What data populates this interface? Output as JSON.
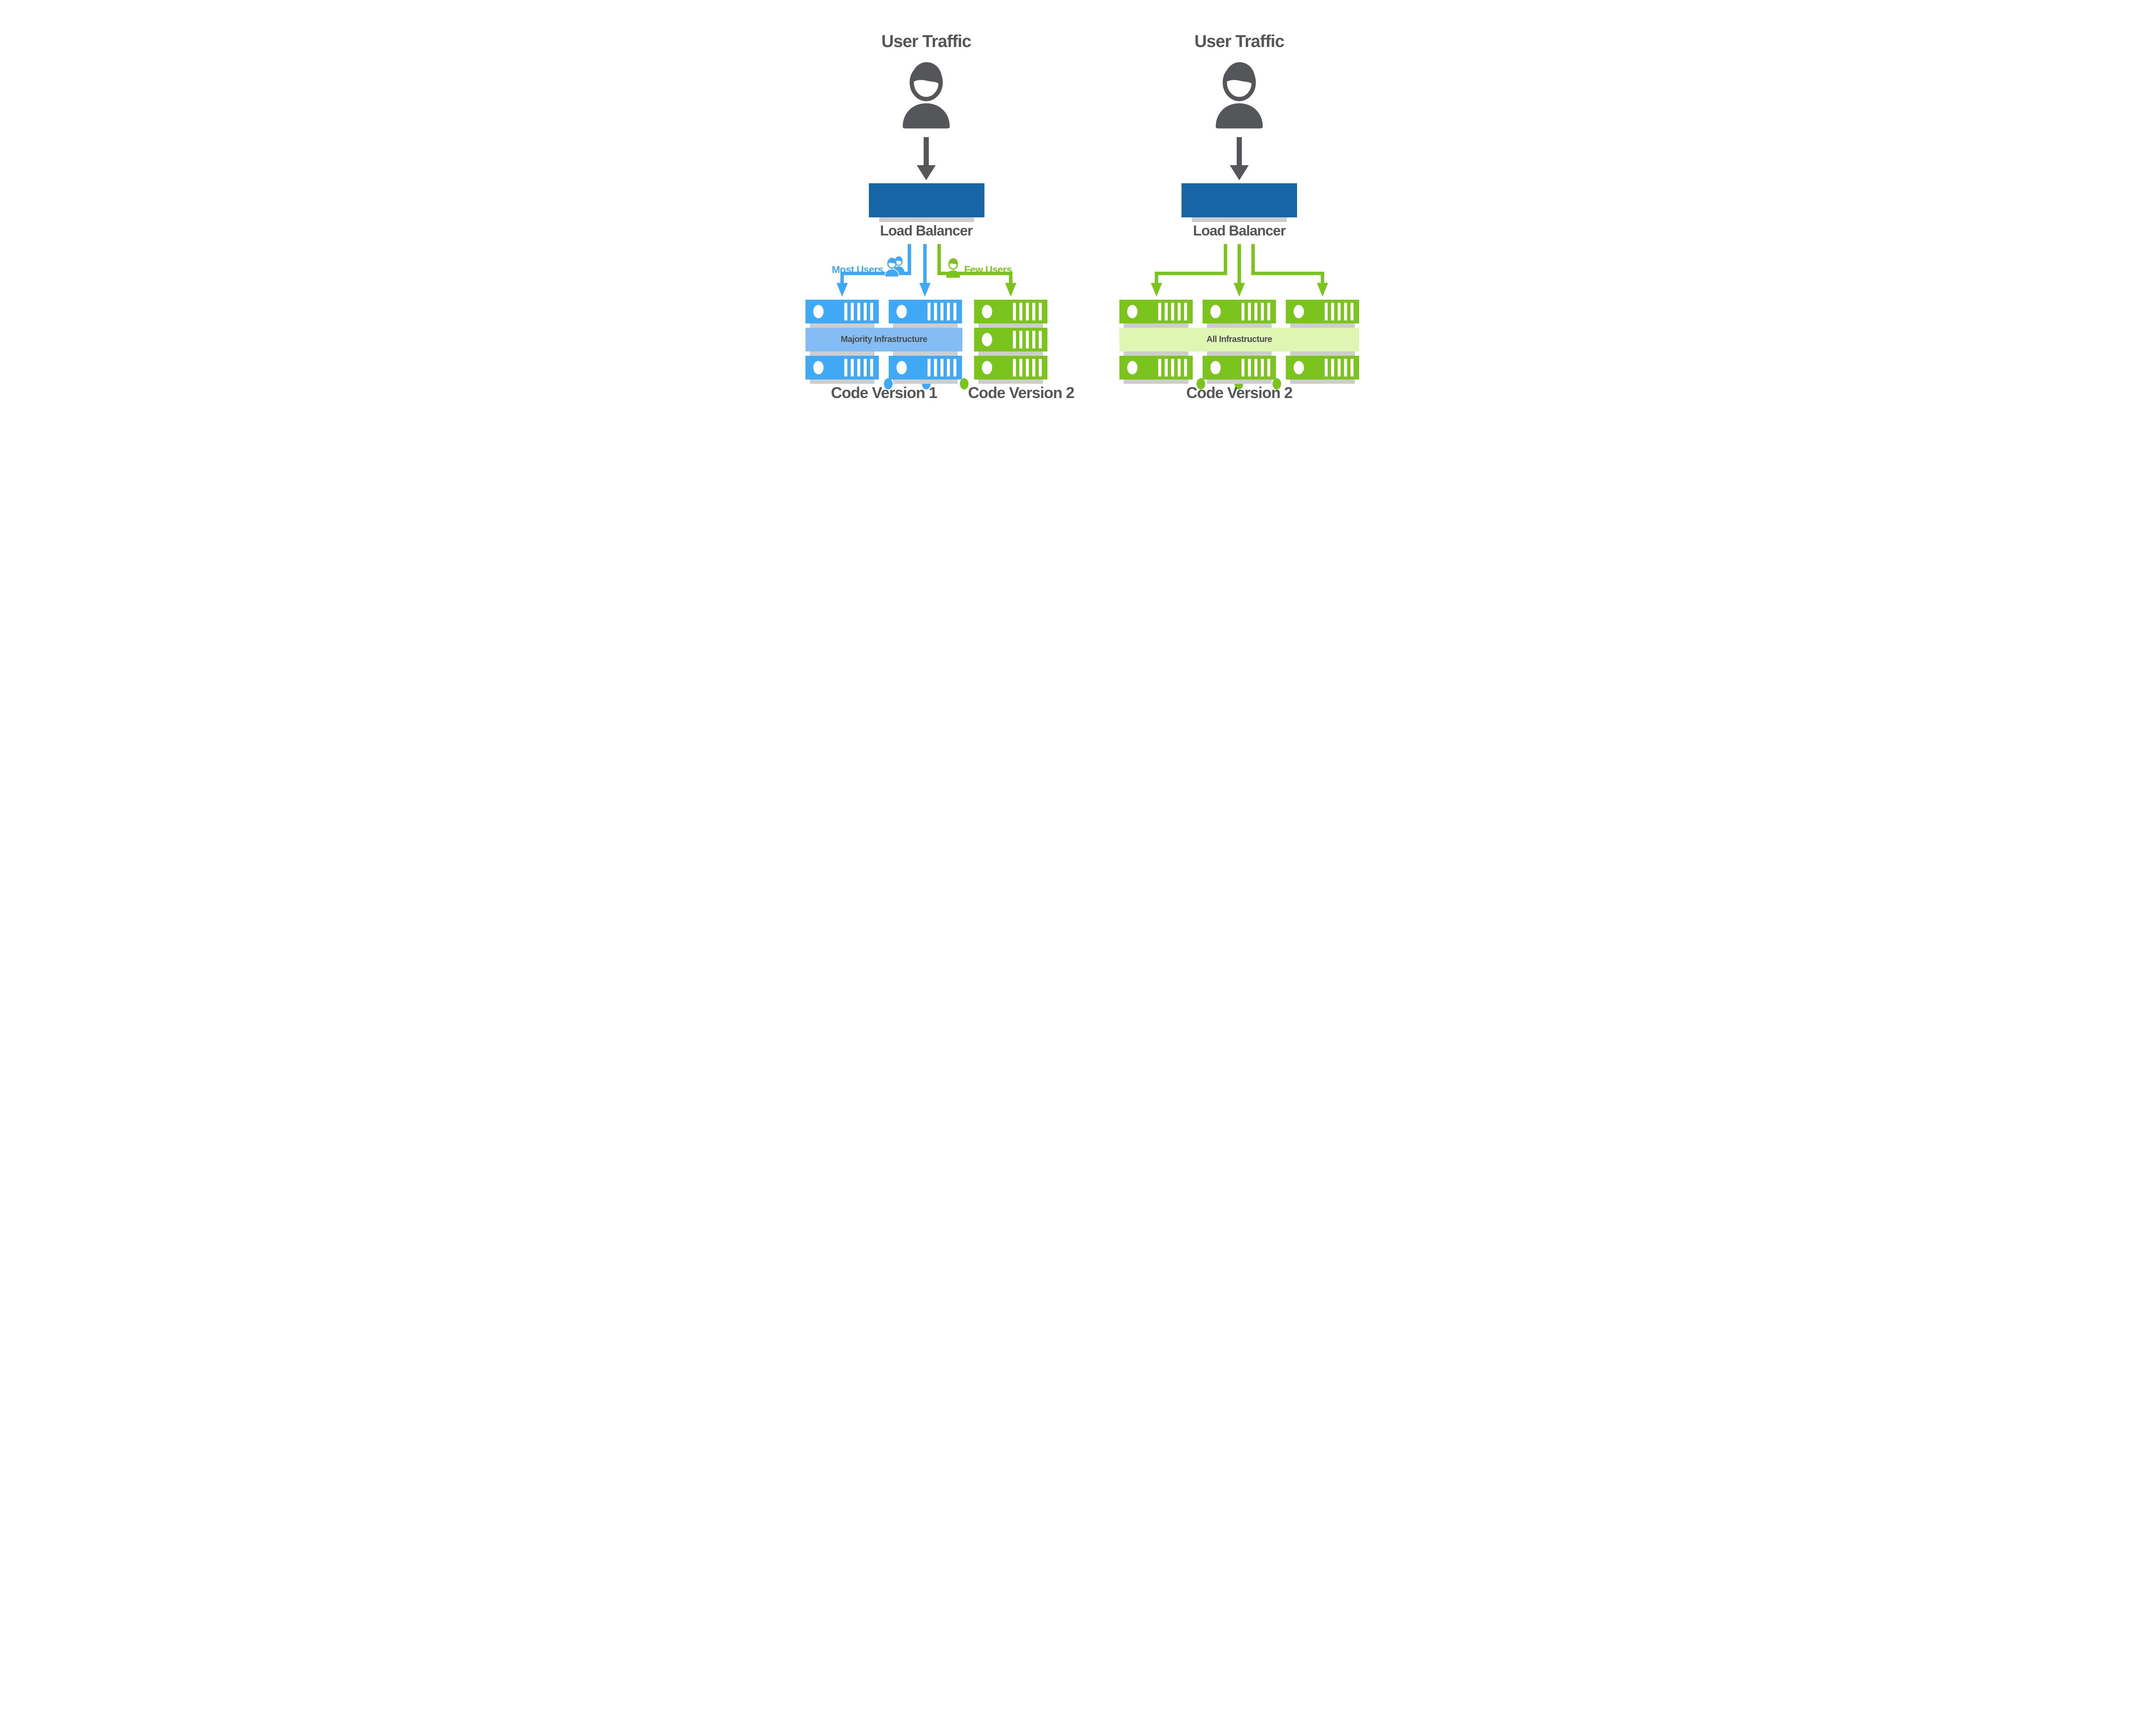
{
  "colors": {
    "blue": "#3FA9F5",
    "dark_blue": "#1966A6",
    "green": "#7AC41D",
    "light_blue": "#84BDF3",
    "light_green": "#DFF5B2",
    "shadow_gray": "#CDCDCD",
    "text_dark_gray": "#555659"
  },
  "left": {
    "title": "User Traffic",
    "load_balancer": "Load Balancer",
    "most_users": "Most Users",
    "few_users": "Few Users",
    "band": "Majority Infrastructure",
    "code_version_1": "Code Version 1",
    "code_version_2": "Code Version 2"
  },
  "right": {
    "title": "User Traffic",
    "load_balancer": "Load Balancer",
    "band": "All Infrastructure",
    "code_version_2": "Code Version 2"
  },
  "icons": {
    "user": "user-icon",
    "users_duo": "users-duo-icon",
    "user_single": "user-single-icon",
    "down_arrow": "down-arrow-icon",
    "status_light": "status-light-icon",
    "server": "server-icon"
  }
}
